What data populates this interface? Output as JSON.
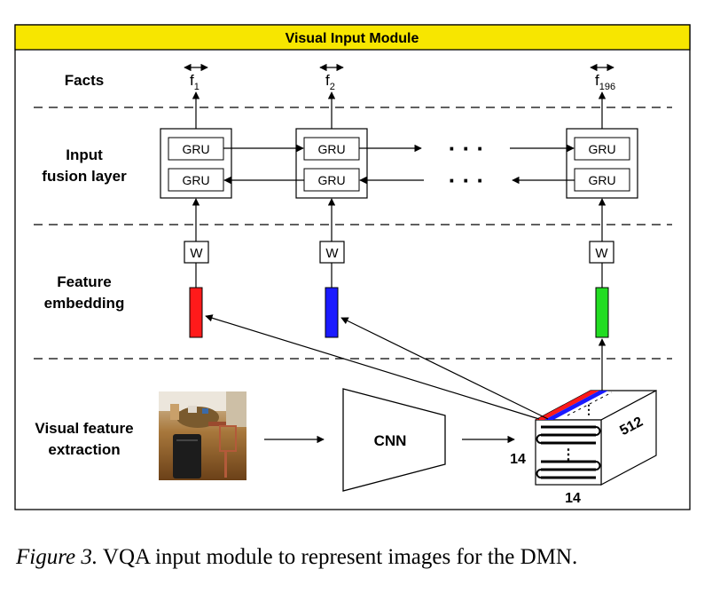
{
  "module_title": "Visual Input Module",
  "rows": {
    "facts": "Facts",
    "fusion_line1": "Input",
    "fusion_line2": "fusion layer",
    "embedding_line1": "Feature",
    "embedding_line2": "embedding",
    "extraction_line1": "Visual feature",
    "extraction_line2": "extraction"
  },
  "facts": [
    {
      "base": "f",
      "sub": "1"
    },
    {
      "base": "f",
      "sub": "2"
    },
    {
      "base": "f",
      "sub": "196"
    }
  ],
  "gru_label": "GRU",
  "w_label": "W",
  "ellipsis": "· · ·",
  "vertical_ellipsis": "⋮",
  "cnn_label": "CNN",
  "tensor_dims": {
    "depth": "512",
    "height": "14",
    "width": "14"
  },
  "colors": {
    "header_fill": "#f7e600",
    "embedding_red": "#ff1a1a",
    "embedding_blue": "#1a1aff",
    "embedding_green": "#22dd22"
  },
  "caption": {
    "figure_label": "Figure 3.",
    "text": " VQA input module to represent images for the DMN."
  }
}
